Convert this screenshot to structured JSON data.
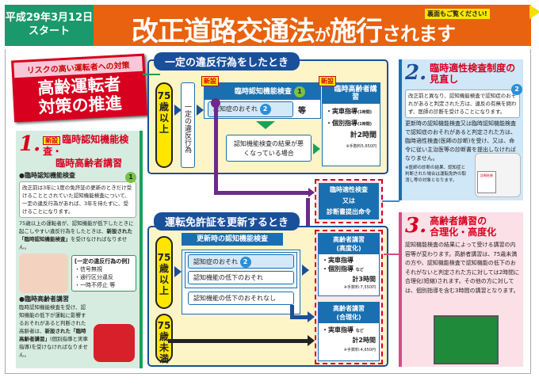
{
  "header": {
    "date": "平成29年3月12日",
    "start": "スタート",
    "title_a": "改正道路交通法",
    "title_b": "が",
    "title_c": "施行",
    "title_d": "されます",
    "back_note": "裏面もご覧ください!"
  },
  "risk": {
    "sub": "リスクの高い運転者への対策",
    "main1": "高齢運転者",
    "main2": "対策の推進"
  },
  "s1": {
    "num": "1.",
    "new": "新設",
    "title1": "臨時認知機能検査・",
    "title2": "臨時高齢者講習",
    "h1": "●臨時認知機能検査",
    "point": "1",
    "note": "改正前は3年に1度の免許証の更新のときだけ受けることとされていた認知機能検査について、一定の違反行為があれば、3年を待たずに、受けることになります。",
    "p1a": "75歳以上の運転者が、認知機能が低下したときに起こしやすい違反行為をしたときは、",
    "p1b": "新設された「臨時認知機能検査」",
    "p1c": "を受けなければなりません。",
    "ex_title": "[一定の違反行為の例]",
    "ex": [
      "・信号無視",
      "・通行区分違反",
      "・一時不停止 等"
    ],
    "h2": "●臨時高齢者講習",
    "p2a": "臨時認知機能検査を受け、認知機能の低下が運転に影響するおそれがあると判断された高齢者は、",
    "p2b": "新設された「臨時高齢者講習」",
    "p2c": "(個別指導と実車指導)を受けなければなりません。"
  },
  "flow1": {
    "title": "一定の違反行為をしたとき",
    "age": "75歳以上",
    "violation": "一定の違反行為",
    "new": "新設",
    "exam": "臨時認知機能検査",
    "point1": "1",
    "dementia": "認知症のおそれ",
    "point2": "2",
    "etc": "等",
    "worse": "認知機能検査の結果が悪くなっている場合",
    "new2": "新設",
    "course_title": "臨時高齢者講習",
    "c1": "・実車指導",
    "c1h": "(1時間)",
    "c2": "・個別指導",
    "c2h": "(1時間)",
    "total": "計2時間",
    "fee": "※手数料5,650円"
  },
  "order": {
    "l1": "臨時適性検査",
    "l2": "又は",
    "l3": "診断書提出命令"
  },
  "flow2": {
    "title": "運転免許証を更新するとき",
    "age1": "75歳以上",
    "age2": "75歳未満",
    "exam": "更新時の認知機能検査",
    "r1": "認知症のおそれ",
    "point2": "2",
    "r2": "認知機能の低下のおそれ",
    "r3": "認知機能の低下のおそれなし",
    "ca_title": "高齢者講習",
    "ca_sub": "(高度化)",
    "ca1": "・実車指導",
    "ca2": "・個別指導",
    "ca_etc": "など",
    "ca_total": "計3時間",
    "ca_fee": "※手数料:7,550円",
    "cb_title": "高齢者講習",
    "cb_sub": "(合理化)",
    "cb1": "・実車指導",
    "cb_etc": "など",
    "cb_total": "計2時間",
    "cb_fee": "※手数料:4,650円"
  },
  "s2": {
    "num": "2.",
    "title1": "臨時適性検査制度の",
    "title2": "見直し",
    "point": "2",
    "note": "改正前と異なり、認知機能検査で認知症のおそれがあると判定された方は、違反の有無を問わず、医師の診断を受けることになります。",
    "p": "更新時の認知機能検査又は臨時認知機能検査で認知症のおそれがあると判定された方は、臨時適性検査(医師の診断)を受け、又は、命令に従い主治医等の診断書を提出しなければなりません。",
    "fn": "※医師の診断の結果、認知症と判断された場合は運転免許の取消し等の対象となります。",
    "doc_label": "診断結果"
  },
  "s3": {
    "num": "3.",
    "title1": "高齢者講習の",
    "title2": "合理化・高度化",
    "p": "認知機能検査の結果によって受ける講習の内容等が変わります。高齢者講習は、75歳未満の方や、認知機能検査で認知機能の低下のおそれがないと判定された方に対しては2時間に合理化(短縮)されます。その他の方に対しては、個別指導を含む3時間の講習となります。"
  },
  "colors": {
    "green": "#1a9a6c",
    "orange": "#e8620f",
    "red": "#d7001e",
    "blue": "#1a4f9a",
    "yellow": "#ffe600",
    "purple": "#6b2a8c"
  }
}
